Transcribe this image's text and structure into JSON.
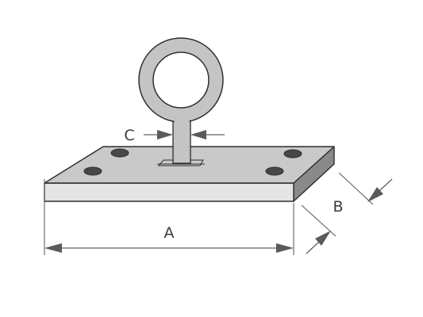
{
  "diagram": {
    "labels": {
      "length": "A",
      "width": "B",
      "diameter": "C"
    },
    "colors": {
      "plate_top": "#c9c9c9",
      "plate_front": "#e5e5e5",
      "plate_side": "#8a8a8a",
      "holes": "#474747",
      "ring": "#c4c4c4",
      "outline": "#2e2e2e",
      "dimension_lines": "#606060"
    }
  }
}
